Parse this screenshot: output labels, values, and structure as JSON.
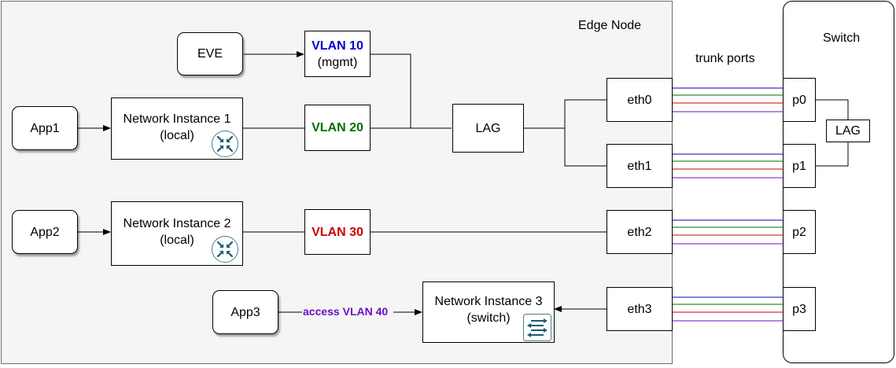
{
  "edge_node": {
    "label": "Edge Node"
  },
  "switch": {
    "label": "Switch",
    "lag_label": "LAG",
    "ports": [
      "p0",
      "p1",
      "p2",
      "p3"
    ]
  },
  "trunk_ports_label": "trunk ports",
  "apps": {
    "app1": "App1",
    "app2": "App2",
    "app3": "App3",
    "eve": "EVE"
  },
  "network_instances": [
    {
      "title": "Network Instance 1",
      "mode": "(local)",
      "icon": "router-icon"
    },
    {
      "title": "Network Instance 2",
      "mode": "(local)",
      "icon": "router-icon"
    },
    {
      "title": "Network Instance 3",
      "mode": "(switch)",
      "icon": "switch-icon"
    }
  ],
  "vlans": {
    "vlan10": {
      "label": "VLAN 10",
      "sub": "(mgmt)",
      "color": "#0000cc"
    },
    "vlan20": {
      "label": "VLAN 20",
      "color": "#007000"
    },
    "vlan30": {
      "label": "VLAN 30",
      "color": "#cc0000"
    },
    "access40": {
      "label": "access VLAN 40",
      "color": "#6b0fc7"
    }
  },
  "lag_label": "LAG",
  "interfaces": [
    "eth0",
    "eth1",
    "eth2",
    "eth3"
  ],
  "trunk_colors": [
    "#0000cc",
    "#007000",
    "#cc0000",
    "#6b0fc7"
  ]
}
